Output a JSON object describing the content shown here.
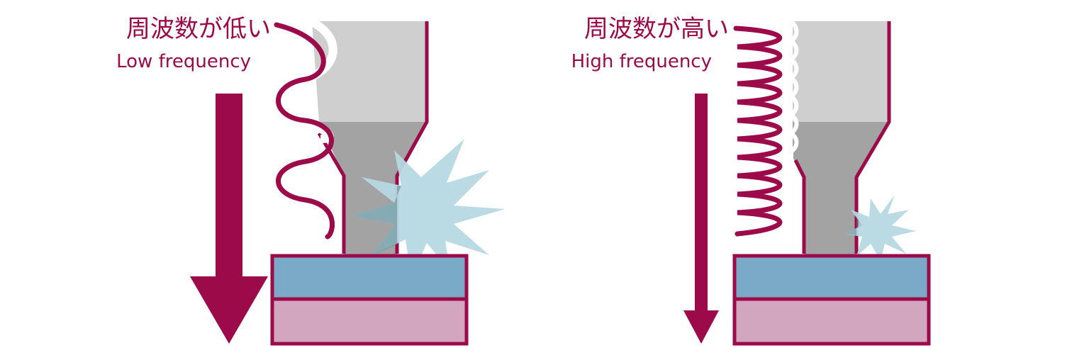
{
  "panels": {
    "low": {
      "title_ja": "周波数が低い",
      "title_en": "Low frequency"
    },
    "high": {
      "title_ja": "周波数が高い",
      "title_en": "High frequency"
    }
  },
  "colors": {
    "accent": "#9c0a4a",
    "horn_upper": "#cfcfcf",
    "horn_lower": "#a3a3a3",
    "spark": "#b7d9e3",
    "spark_shadow": "#5f8890",
    "layer_top": "#7aaac8",
    "layer_bottom": "#d3a6bf"
  }
}
